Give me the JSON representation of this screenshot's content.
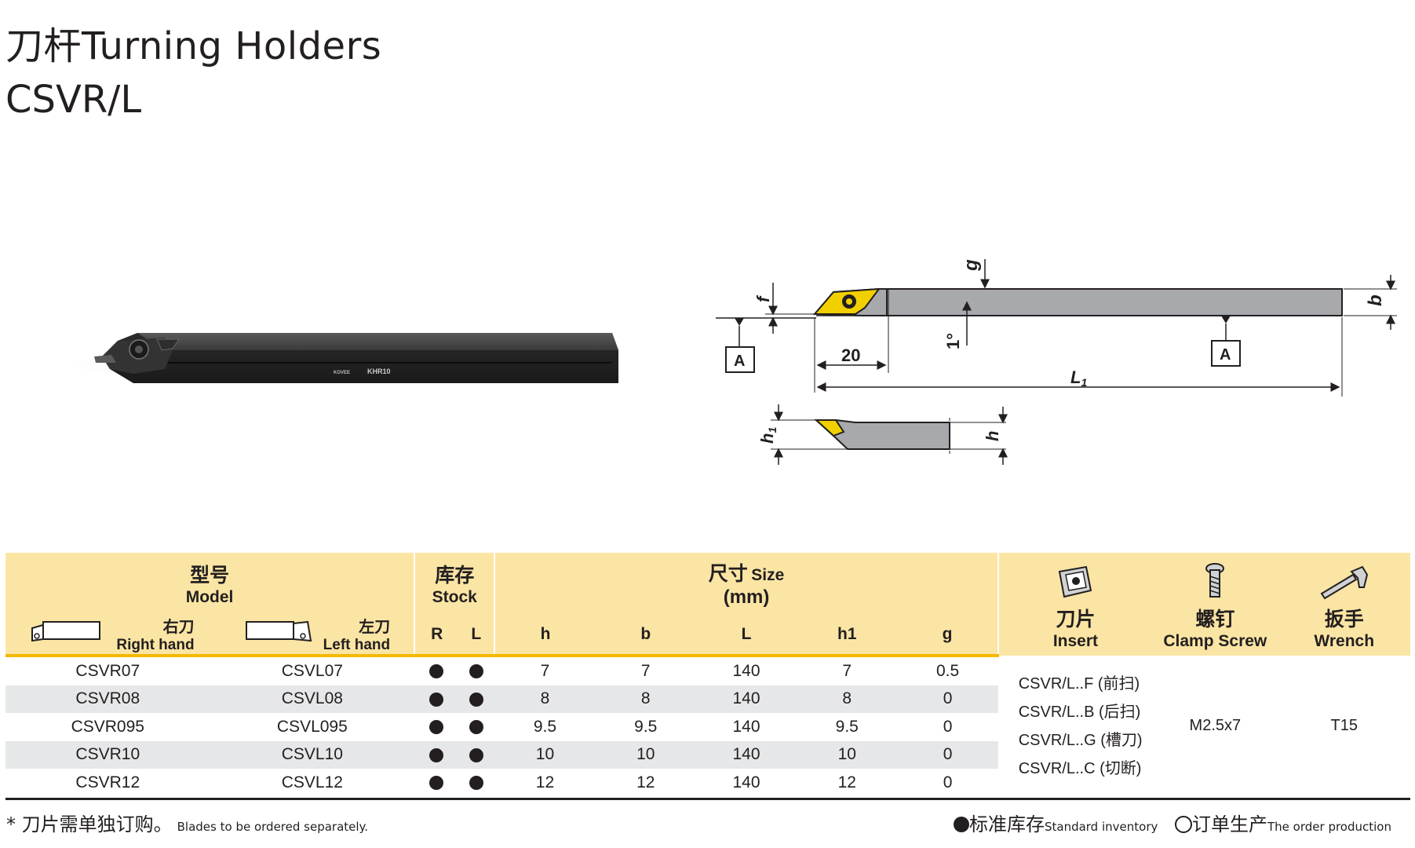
{
  "title": {
    "line1_zh": "刀杆",
    "line1_en": "Turning  Holders",
    "line2": "CSVR/L"
  },
  "photo": {
    "brand_mark": "KOVEE",
    "holder_mark": "KHR10"
  },
  "drawing": {
    "labels": {
      "g": "g",
      "f": "f",
      "b": "b",
      "angle": "1°",
      "datum_a1": "A",
      "datum_a2": "A",
      "dim20": "20",
      "L1": "L",
      "L1_sub": "1",
      "h1": "h",
      "h1_sub": "1",
      "h": "h"
    }
  },
  "table": {
    "header": {
      "model_zh": "型号",
      "model_en": "Model",
      "right_zh": "右刀",
      "right_en": "Right  hand",
      "left_zh": "左刀",
      "left_en": "Left  hand",
      "stock_zh": "库存",
      "stock_en": "Stock",
      "stock_r": "R",
      "stock_l": "L",
      "size_zh": "尺寸",
      "size_en": "Size",
      "size_unit": "(mm)",
      "cols": [
        "h",
        "b",
        "L",
        "h1",
        "g"
      ],
      "insert_zh": "刀片",
      "insert_en": "Insert",
      "screw_zh": "螺钉",
      "screw_en": "Clamp Screw",
      "wrench_zh": "扳手",
      "wrench_en": "Wrench"
    },
    "rows": [
      {
        "right": "CSVR07",
        "left": "CSVL07",
        "r": "●",
        "l": "●",
        "h": "7",
        "b": "7",
        "L": "140",
        "h1": "7",
        "g": "0.5"
      },
      {
        "right": "CSVR08",
        "left": "CSVL08",
        "r": "●",
        "l": "●",
        "h": "8",
        "b": "8",
        "L": "140",
        "h1": "8",
        "g": "0"
      },
      {
        "right": "CSVR095",
        "left": "CSVL095",
        "r": "●",
        "l": "●",
        "h": "9.5",
        "b": "9.5",
        "L": "140",
        "h1": "9.5",
        "g": "0"
      },
      {
        "right": "CSVR10",
        "left": "CSVL10",
        "r": "●",
        "l": "●",
        "h": "10",
        "b": "10",
        "L": "140",
        "h1": "10",
        "g": "0"
      },
      {
        "right": "CSVR12",
        "left": "CSVL12",
        "r": "●",
        "l": "●",
        "h": "12",
        "b": "12",
        "L": "140",
        "h1": "12",
        "g": "0"
      }
    ],
    "inserts": [
      "CSVR/L..F (前扫)",
      "CSVR/L..B (后扫)",
      "CSVR/L..G (槽刀)",
      "CSVR/L..C (切断)"
    ],
    "screw": "M2.5x7",
    "wrench": "T15"
  },
  "footnote": {
    "zh": "* 刀片需单独订购。",
    "en": "Blades to be ordered separately."
  },
  "legend": {
    "standard_zh": "标准库存",
    "standard_en": "Standard inventory",
    "order_zh": "订单生产",
    "order_en": "The order production"
  },
  "colors": {
    "header_bg": "#fbe5a4",
    "accent_line": "#f5b800",
    "row_shade": "#e6e7e8",
    "insert_yellow": "#f2d000",
    "text": "#231f20"
  }
}
